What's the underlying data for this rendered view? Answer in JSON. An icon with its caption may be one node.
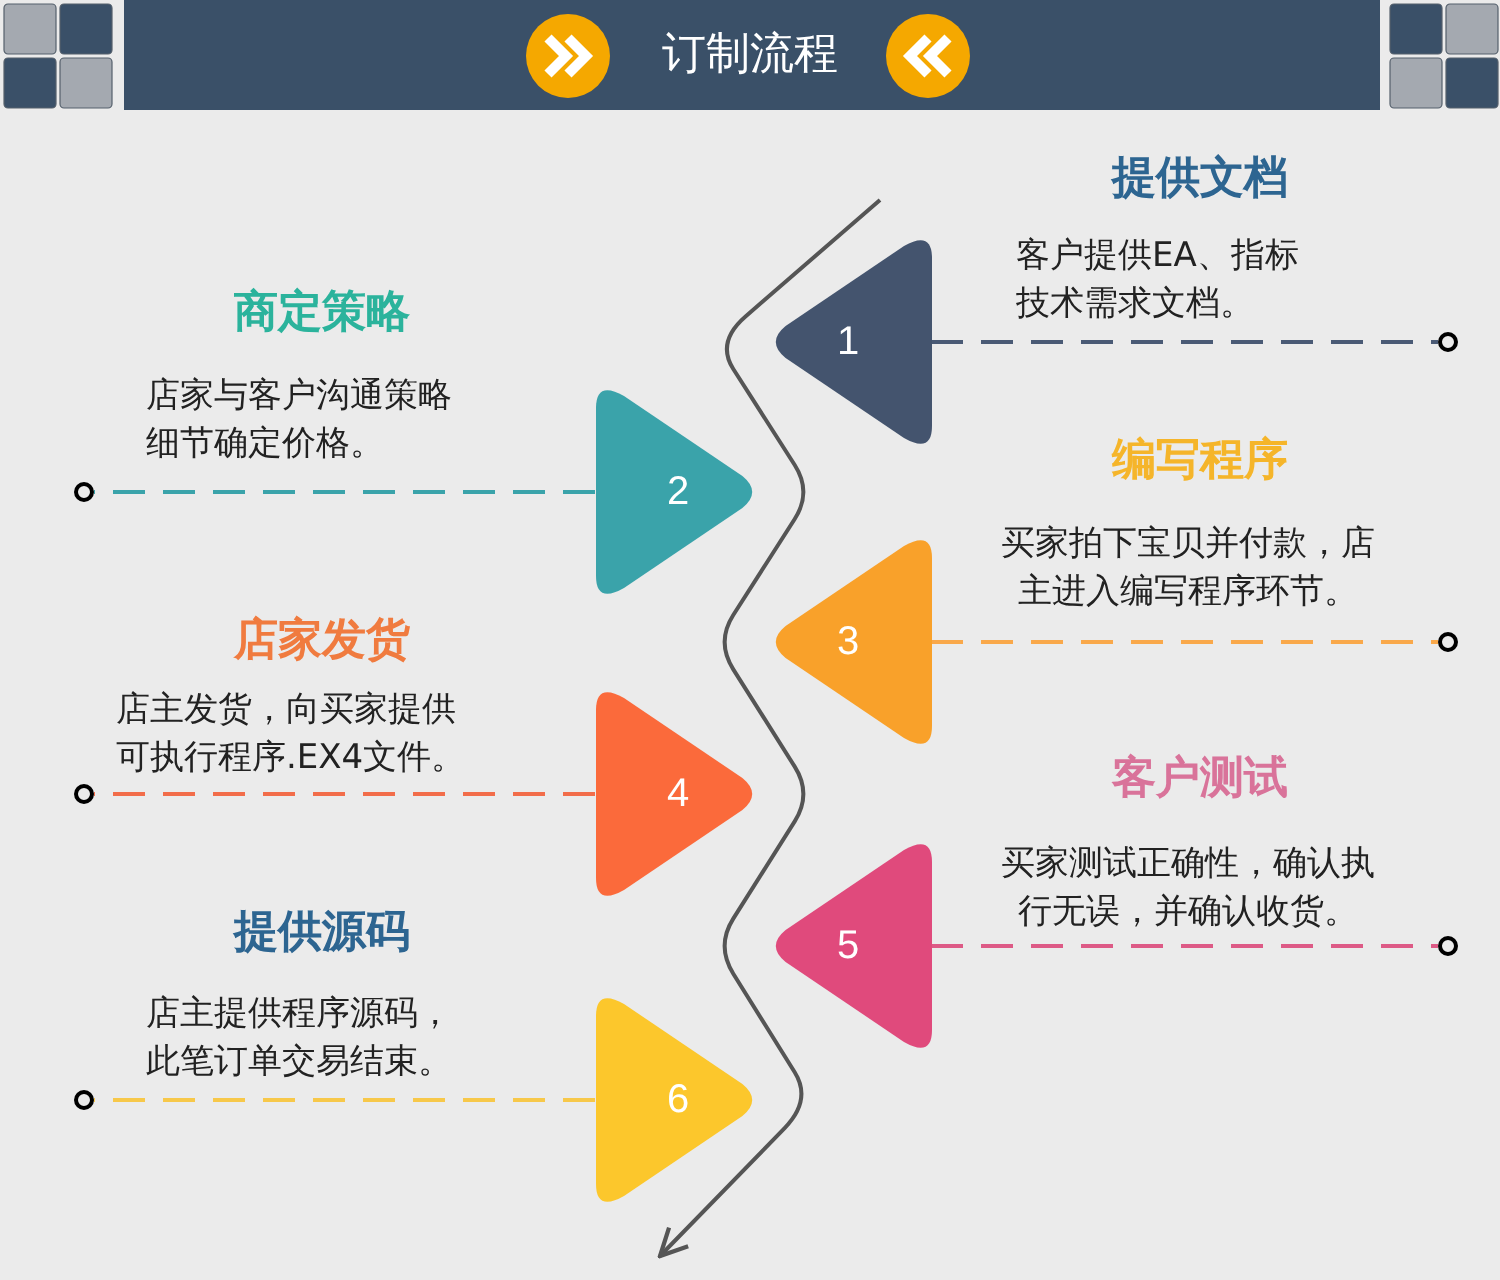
{
  "diagram": {
    "title": "订制流程",
    "nodes": [
      {
        "text": [
          "1"
        ],
        "beside": [
          "提供文档",
          "客户提供EA、指标技术需求文档。"
        ]
      },
      {
        "text": [],
        "shape": "circle"
      },
      {
        "text": [
          "2"
        ],
        "beside": [
          "商定策略",
          "店家与客户沟通策略细节确定价格。"
        ]
      },
      {
        "text": [],
        "shape": "circle"
      },
      {
        "text": [
          "3"
        ],
        "beside": [
          "编写程序",
          "买家拍下宝贝并付款，店主进入编写程序环节。"
        ]
      },
      {
        "text": [],
        "shape": "circle"
      },
      {
        "text": [
          "4"
        ],
        "beside": [
          "店家发货",
          "店主发货，向买家提供可执行程序.EX4文件。"
        ]
      },
      {
        "text": [],
        "shape": "circle"
      },
      {
        "text": [
          "5"
        ],
        "beside": [
          "客户测试",
          "买家测试正确性，确认执行无误，并确认收货。"
        ]
      },
      {
        "text": [],
        "shape": "circle"
      },
      {
        "text": [
          "6"
        ],
        "beside": [
          "提供源码",
          "店主提供程序源码，此笔订单交易结束。"
        ]
      },
      {
        "text": [],
        "shape": "circle"
      }
    ],
    "edges": [
      {
        "from": 0,
        "to": 1,
        "arrow": "none",
        "style": "dashed",
        "color": "#4a5a75"
      },
      {
        "from": 2,
        "to": 3,
        "arrow": "none",
        "style": "dashed",
        "color": "#3aa3aa"
      },
      {
        "from": 4,
        "to": 5,
        "arrow": "none",
        "style": "dashed",
        "color": "#f9a84a"
      },
      {
        "from": 6,
        "to": 7,
        "arrow": "none",
        "style": "dashed",
        "color": "#f26d4a"
      },
      {
        "from": 8,
        "to": 9,
        "arrow": "none",
        "style": "dashed",
        "color": "#dd5a86"
      },
      {
        "from": 10,
        "to": 11,
        "arrow": "none",
        "style": "dashed",
        "color": "#f7c84a"
      }
    ]
  }
}
